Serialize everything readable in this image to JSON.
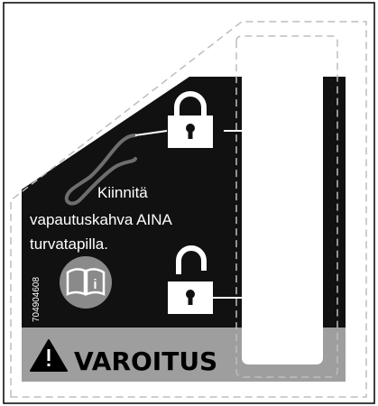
{
  "label": {
    "instruction_lines": [
      "Kiinnitä",
      "vapautuskahva AINA",
      "turvatapilla."
    ],
    "part_number": "704904608",
    "warning_word": "VAROITUS",
    "icons": {
      "locked": "padlock-locked-icon",
      "unlocked": "padlock-unlocked-icon",
      "manual": "read-manual-icon",
      "warning": "warning-triangle-icon"
    },
    "colors": {
      "panel_black": "#111111",
      "warning_band_gray": "#9e9e9e",
      "border": "#000000",
      "dashed_cut_line": "#bdbdbd",
      "icon_circle_gray": "#8a8a8a",
      "text_white": "#ffffff"
    }
  }
}
